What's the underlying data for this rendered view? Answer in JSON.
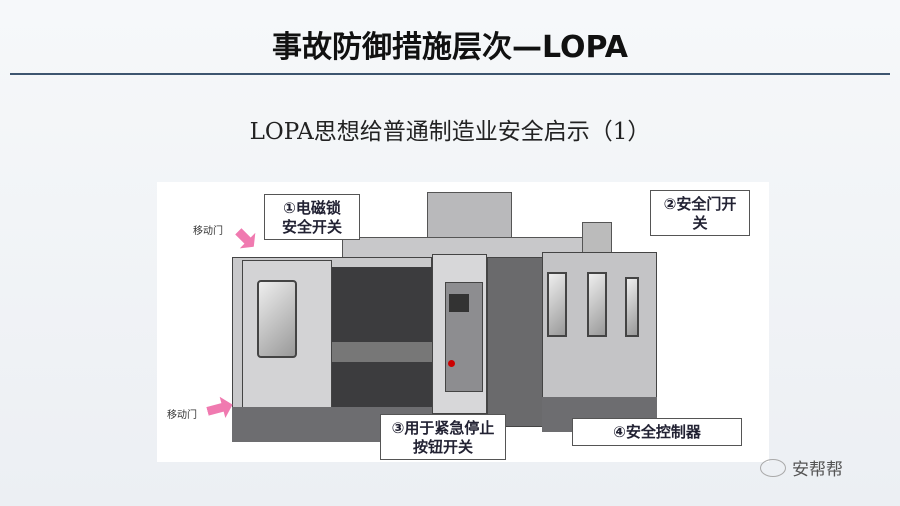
{
  "title": "事故防御措施层次—LOPA",
  "subtitle": "LOPA思想给普通制造业安全启示（1）",
  "figure": {
    "door_label_top": "移动门",
    "door_label_bottom": "移动门",
    "callouts": [
      {
        "line1": "①电磁锁",
        "line2": "安全开关"
      },
      {
        "line1": "②安全门开",
        "line2": "关"
      },
      {
        "line1": "③用于紧急停止",
        "line2": "按钮开关"
      },
      {
        "line1": "④安全控制器",
        "line2": ""
      }
    ]
  },
  "watermark": "安帮帮",
  "colors": {
    "rule": "#3d5570",
    "arrow": "#f07ab0"
  }
}
